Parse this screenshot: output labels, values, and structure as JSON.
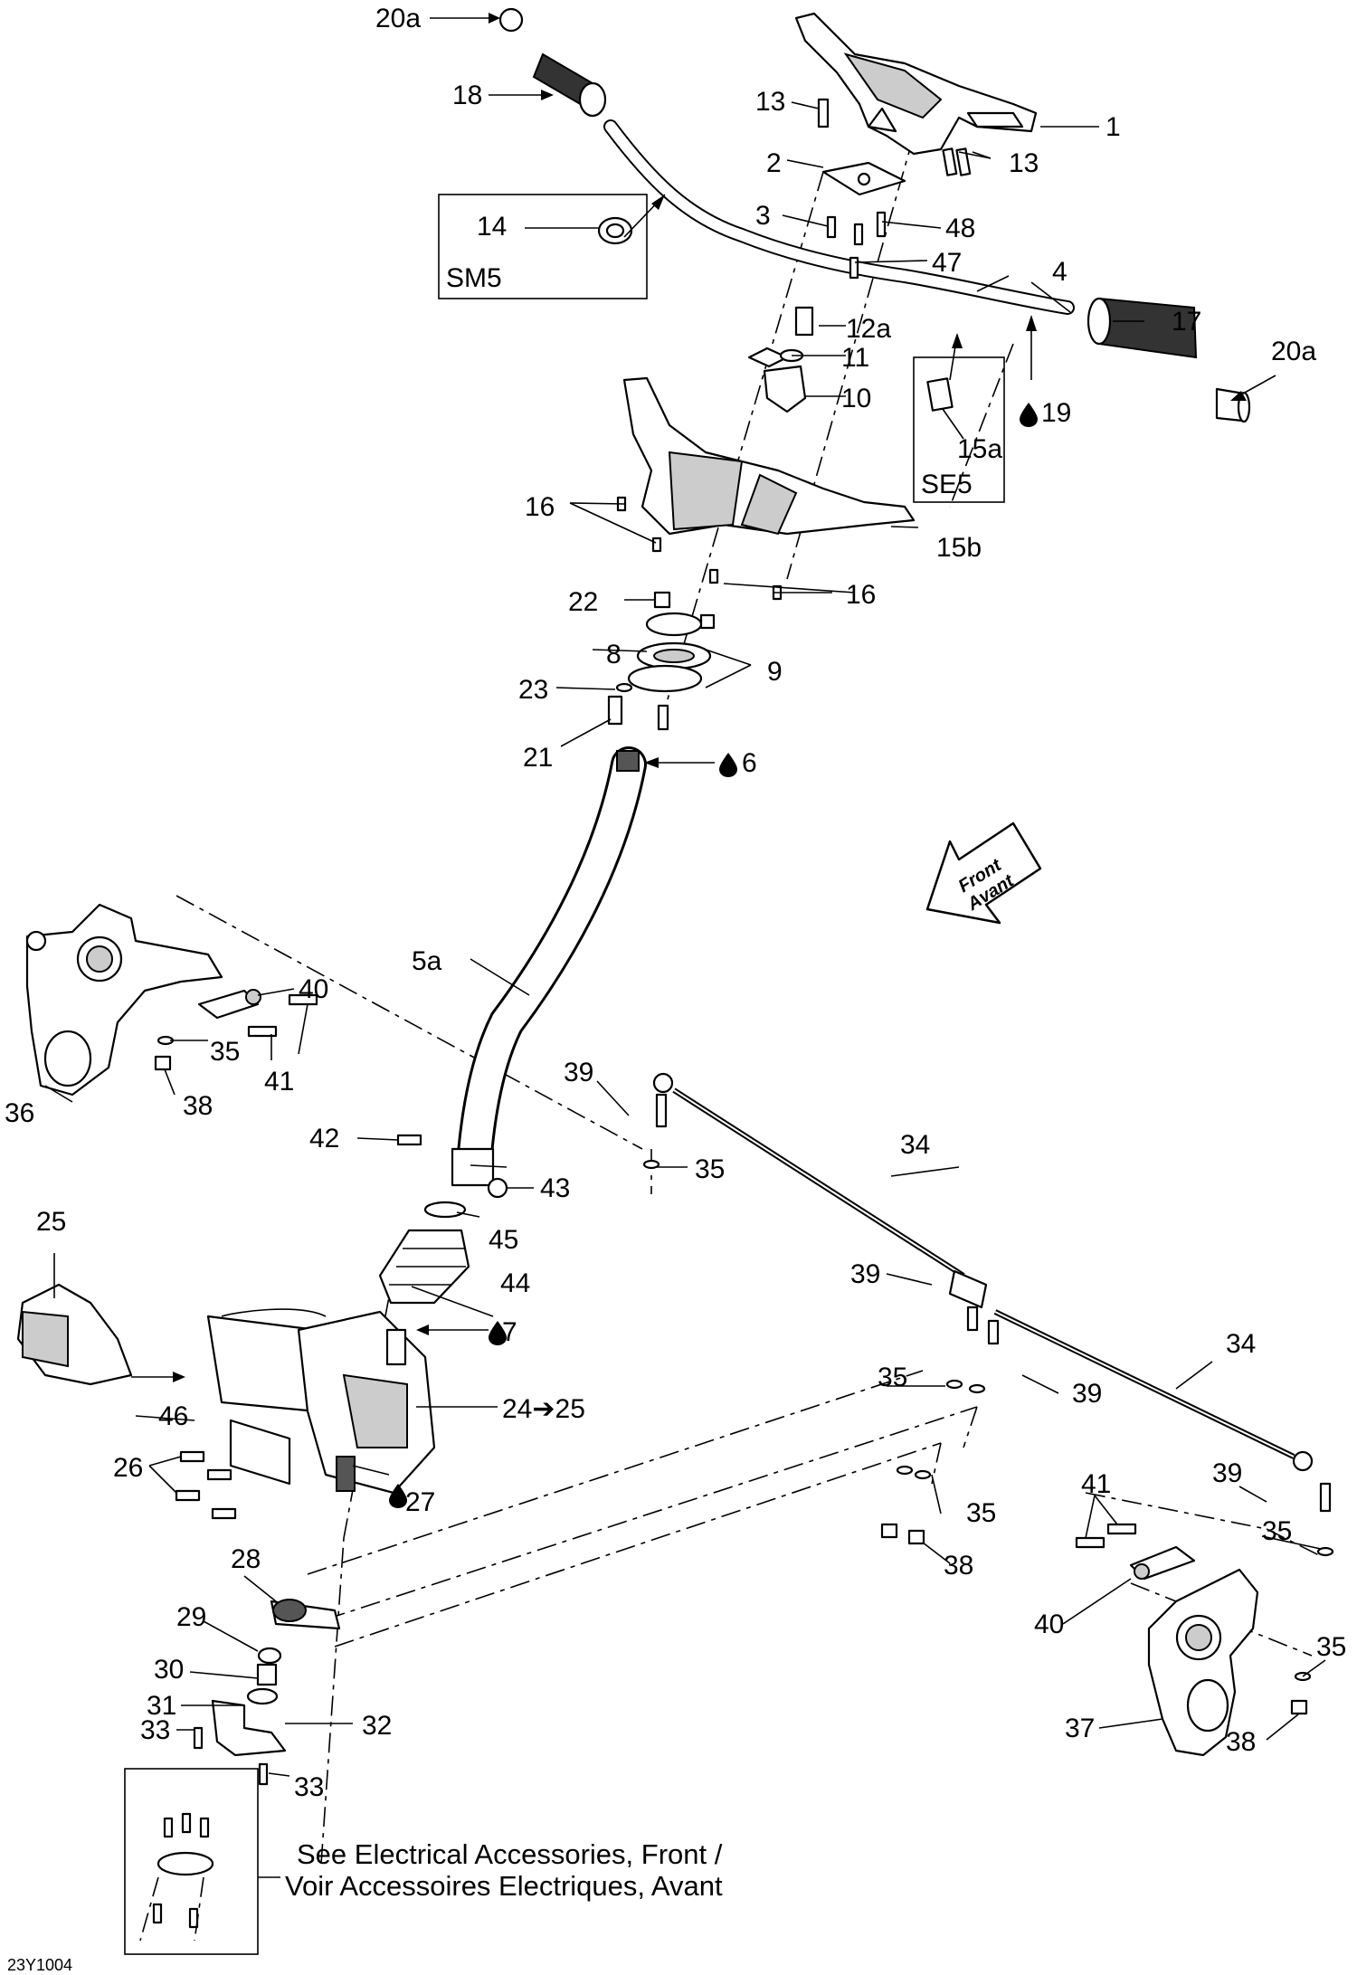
{
  "diagram": {
    "callouts": [
      {
        "id": "c1",
        "text": "1"
      },
      {
        "id": "c2",
        "text": "2"
      },
      {
        "id": "c3",
        "text": "3"
      },
      {
        "id": "c4",
        "text": "4"
      },
      {
        "id": "c5a",
        "text": "5a"
      },
      {
        "id": "c6",
        "text": "6"
      },
      {
        "id": "c7",
        "text": "7"
      },
      {
        "id": "c8",
        "text": "8"
      },
      {
        "id": "c9",
        "text": "9"
      },
      {
        "id": "c10",
        "text": "10"
      },
      {
        "id": "c11",
        "text": "11"
      },
      {
        "id": "c12a",
        "text": "12a"
      },
      {
        "id": "c13a",
        "text": "13"
      },
      {
        "id": "c13b",
        "text": "13"
      },
      {
        "id": "c14",
        "text": "14"
      },
      {
        "id": "c15a",
        "text": "15a"
      },
      {
        "id": "c15b",
        "text": "15b"
      },
      {
        "id": "c16a",
        "text": "16"
      },
      {
        "id": "c16b",
        "text": "16"
      },
      {
        "id": "c17",
        "text": "17"
      },
      {
        "id": "c18",
        "text": "18"
      },
      {
        "id": "c19",
        "text": "19"
      },
      {
        "id": "c20a1",
        "text": "20a"
      },
      {
        "id": "c20a2",
        "text": "20a"
      },
      {
        "id": "c21",
        "text": "21"
      },
      {
        "id": "c22",
        "text": "22"
      },
      {
        "id": "c23",
        "text": "23"
      },
      {
        "id": "c24",
        "text": "24➔25"
      },
      {
        "id": "c25",
        "text": "25"
      },
      {
        "id": "c26",
        "text": "26"
      },
      {
        "id": "c27",
        "text": "27"
      },
      {
        "id": "c28",
        "text": "28"
      },
      {
        "id": "c29",
        "text": "29"
      },
      {
        "id": "c30",
        "text": "30"
      },
      {
        "id": "c31",
        "text": "31"
      },
      {
        "id": "c32",
        "text": "32"
      },
      {
        "id": "c33a",
        "text": "33"
      },
      {
        "id": "c33b",
        "text": "33"
      },
      {
        "id": "c34a",
        "text": "34"
      },
      {
        "id": "c34b",
        "text": "34"
      },
      {
        "id": "c35a",
        "text": "35"
      },
      {
        "id": "c35b",
        "text": "35"
      },
      {
        "id": "c35c",
        "text": "35"
      },
      {
        "id": "c35d",
        "text": "35"
      },
      {
        "id": "c35e",
        "text": "35"
      },
      {
        "id": "c35f",
        "text": "35"
      },
      {
        "id": "c36",
        "text": "36"
      },
      {
        "id": "c37",
        "text": "37"
      },
      {
        "id": "c38a",
        "text": "38"
      },
      {
        "id": "c38b",
        "text": "38"
      },
      {
        "id": "c38c",
        "text": "38"
      },
      {
        "id": "c39a",
        "text": "39"
      },
      {
        "id": "c39b",
        "text": "39"
      },
      {
        "id": "c39c",
        "text": "39"
      },
      {
        "id": "c39d",
        "text": "39"
      },
      {
        "id": "c40a",
        "text": "40"
      },
      {
        "id": "c40b",
        "text": "40"
      },
      {
        "id": "c41a",
        "text": "41"
      },
      {
        "id": "c41b",
        "text": "41"
      },
      {
        "id": "c42",
        "text": "42"
      },
      {
        "id": "c43",
        "text": "43"
      },
      {
        "id": "c44",
        "text": "44"
      },
      {
        "id": "c45",
        "text": "45"
      },
      {
        "id": "c46",
        "text": "46"
      },
      {
        "id": "c47",
        "text": "47"
      },
      {
        "id": "c48",
        "text": "48"
      }
    ],
    "variant_boxes": {
      "sm5": "SM5",
      "se5": "SE5"
    },
    "direction_arrow": {
      "line1": "Front",
      "line2": "Avant"
    },
    "see_note": {
      "line1": "See Electrical Accessories, Front /",
      "line2": "Voir Accessoires Electriques, Avant"
    },
    "drawing_code": "23Y1004"
  }
}
